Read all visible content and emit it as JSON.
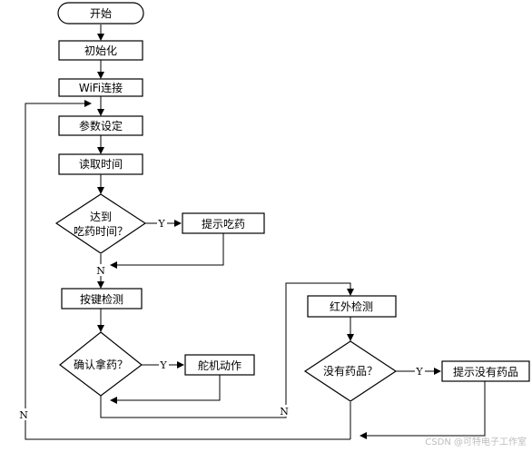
{
  "flowchart": {
    "start": "开始",
    "init": "初始化",
    "wifi": "WiFi连接",
    "params": "参数设定",
    "read_time": "读取时间",
    "decision_time": [
      "达到",
      "吃药时间？"
    ],
    "remind_take": "提示吃药",
    "key_detect": "按键检测",
    "decision_take": "确认拿药？",
    "servo": "舵机动作",
    "ir_detect": "红外检测",
    "decision_nodrug": "没有药品？",
    "remind_nodrug": "提示没有药品",
    "yes": "Y",
    "no": "N"
  },
  "watermark": "CSDN @可特电子工作室"
}
